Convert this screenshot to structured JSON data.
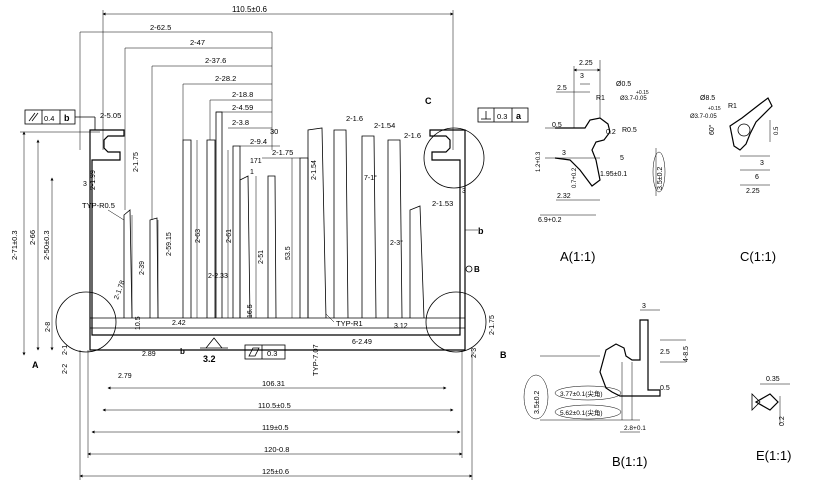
{
  "overall": {
    "top_width": "110.5±0.6",
    "bottom_dims": [
      "106.31",
      "110.5±0.5",
      "119±0.5",
      "120-0.8",
      "125±0.6"
    ]
  },
  "fin_dims": [
    "2-62.5",
    "2-47",
    "2-37.6",
    "2-28.2",
    "2-18.8",
    "2-4.59",
    "2-3.8",
    "2-9.4",
    "2-1.75",
    "2-1.6",
    "2-1.54",
    "2-1.6",
    "2-1.53"
  ],
  "left_dims": [
    "2-5.05",
    "2-1.99",
    "2-1.75",
    "2-71±0.3",
    "2-66",
    "2-50±0.3",
    "2-8",
    "2-2",
    "2-1"
  ],
  "fin_heights": [
    "2-39",
    "2-59.15",
    "2-63",
    "2-61",
    "2-51",
    "53.5",
    "2-1.54"
  ],
  "misc_labels": {
    "typ_r05": "TYP-R0.5",
    "typ_r1": "TYP-R1",
    "typ_707": "TYP-7.07",
    "d_3": "3",
    "d_30": "30",
    "d_171": "171",
    "d_1": "1",
    "d_165": "16.5",
    "d_233": "2-2.33",
    "d_242": "2.42",
    "d_289": "2.89",
    "d_279": "2.79",
    "d_312": "3.12",
    "d_249": "6-2.49",
    "d_178": "2-1.78",
    "d_7ang": "7-1°",
    "d_2ang": "2-3°",
    "d_175b": "2-1.75",
    "d_23": "2-3",
    "d_105": "10.5"
  },
  "view_labels": {
    "A": "A",
    "B": "B",
    "b": "b",
    "a": "a",
    "C": "C",
    "surface_finish": "3.2"
  },
  "tolerances": {
    "parallel_value": "0.4",
    "parallel_ref": "b",
    "perp_value": "0.3",
    "perp_ref": "a",
    "flat_value": "0.3"
  },
  "detail_A": {
    "title": "A(1:1)",
    "dims": [
      "2.25",
      "3",
      "2.5",
      "R1",
      "Ø0.5",
      "Ø3.7-0.05",
      "+0.15",
      "R0.5",
      "0.2",
      "0.5",
      "3",
      "1.2+0.3",
      "0.7+0.2",
      "1.95±0.1",
      "5",
      "2.32",
      "6.9+0.2",
      "3.5±0.2"
    ]
  },
  "detail_B": {
    "title": "B(1:1)",
    "dims": [
      "3",
      "2.5",
      "4-8.5",
      "0.5",
      "3.5±0.2",
      "3.77±0.1(尖角)",
      "5.62±0.1(尖角)",
      "2.8+0.1"
    ]
  },
  "detail_C": {
    "title": "C(1:1)",
    "dims": [
      "Ø8.5",
      "Ø3.7-0.05",
      "+0.15",
      "R1",
      "60°",
      "0.5",
      "3",
      "6",
      "2.25"
    ]
  },
  "detail_E": {
    "title": "E(1:1)",
    "dims": [
      "0.35",
      "0.2"
    ]
  }
}
